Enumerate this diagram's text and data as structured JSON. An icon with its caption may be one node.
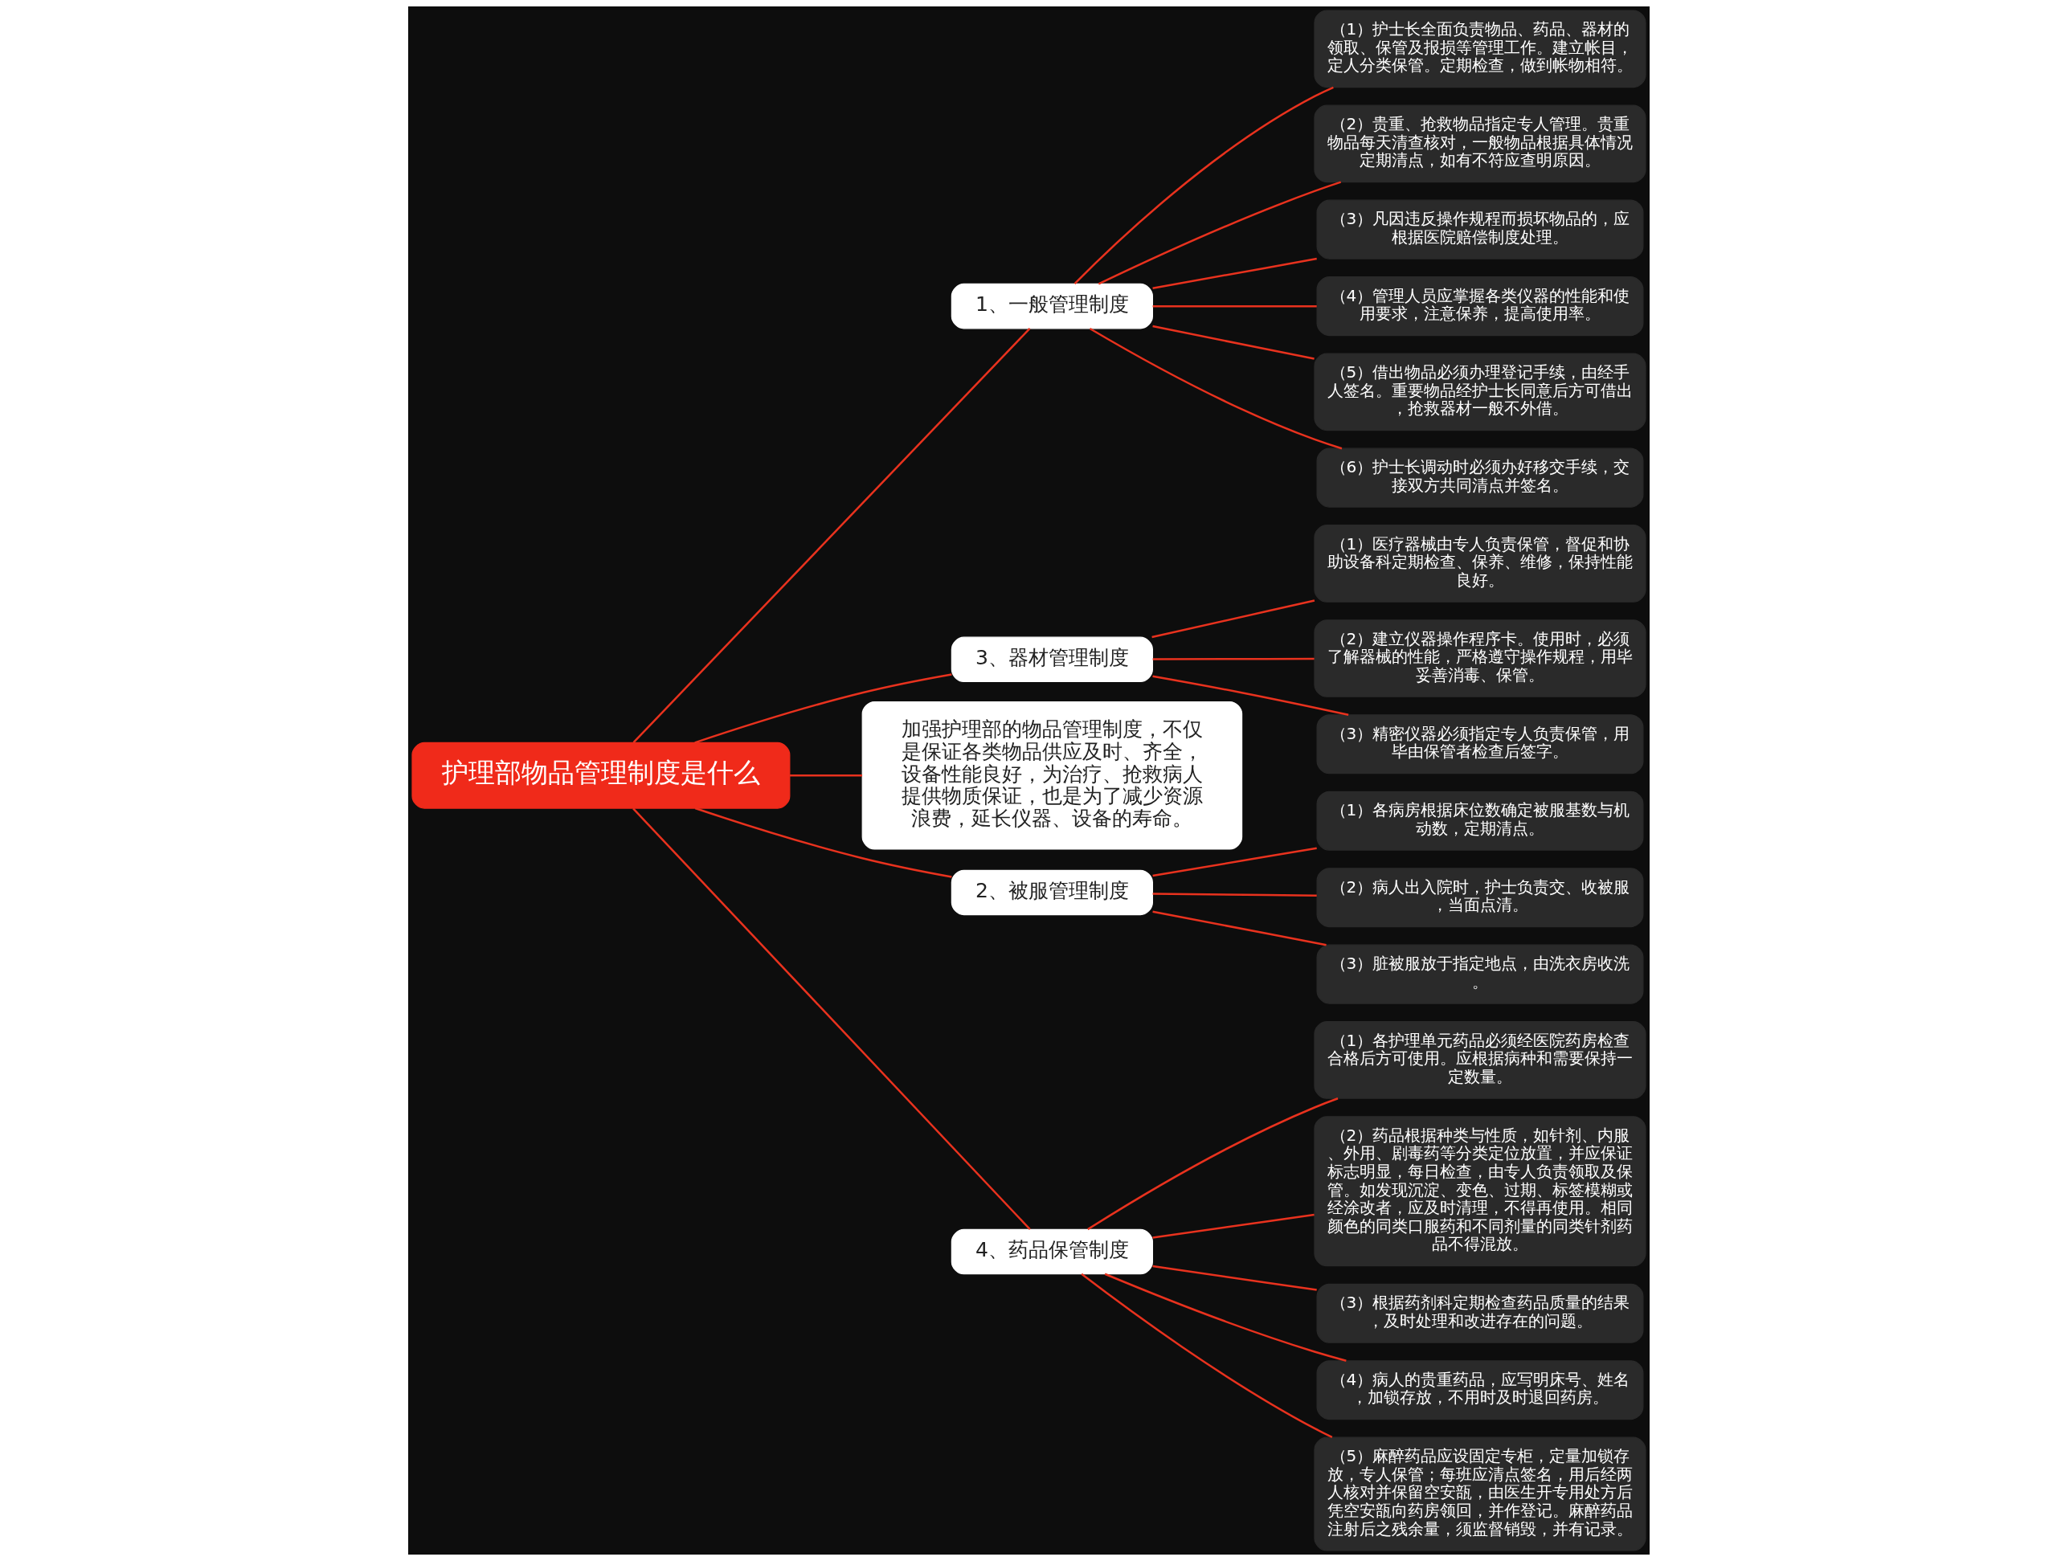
{
  "diagram": {
    "nodes": [
      {
        "text": [
          "护理部物品管理制度是什么"
        ]
      },
      {
        "text": [
          "1、一般管理制度"
        ]
      },
      {
        "text": [
          "（1）护士长全面负责物品、药品、器材的领取、保管及报损等管理工作。建立帐目，定人分类保管。定期检查，做到帐物相符。"
        ]
      },
      {
        "text": [
          "（2）贵重、抢救物品指定专人管理。贵重物品每天清查核对，一般物品根据具体情况定期清点，如有不符应查明原因。"
        ]
      },
      {
        "text": [
          "（3）凡因违反操作规程而损坏物品的，应根据医院赔偿制度处理。"
        ]
      },
      {
        "text": [
          "（4）管理人员应掌握各类仪器的性能和使用要求，注意保养，提高使用率。"
        ]
      },
      {
        "text": [
          "（5）借出物品必须办理登记手续，由经手人签名。重要物品经护士长同意后方可借出，抢救器材一般不外借。"
        ]
      },
      {
        "text": [
          "（6）护士长调动时必须办好移交手续，交接双方共同清点并签名。"
        ]
      },
      {
        "text": [
          "3、器材管理制度"
        ]
      },
      {
        "text": [
          "（1）医疗器械由专人负责保管，督促和协助设备科定期检查、保养、维修，保持性能良好。"
        ]
      },
      {
        "text": [
          "（2）建立仪器操作程序卡。使用时，必须了解器械的性能，严格遵守操作规程，用毕妥善消毒、保管。"
        ]
      },
      {
        "text": [
          "（3）精密仪器必须指定专人负责保管，用毕由保管者检查后签字。"
        ]
      },
      {
        "text": [
          "加强护理部的物品管理制度，不仅是保证各类物品供应及时、齐全，设备性能良好，为治疗、抢救病人提供物质保证，也是为了减少资源浪费，延长仪器、设备的寿命。"
        ]
      },
      {
        "text": [
          "2、被服管理制度"
        ]
      },
      {
        "text": [
          "（1）各病房根据床位数确定被服基数与机动数，定期清点。"
        ]
      },
      {
        "text": [
          "（2）病人出入院时，护士负责交、收被服，当面点清。"
        ]
      },
      {
        "text": [
          "（3）脏被服放于指定地点，由洗衣房收洗。"
        ]
      },
      {
        "text": [
          "4、药品保管制度"
        ]
      },
      {
        "text": [
          "（1）各护理单元药品必须经医院药房检查合格后方可使用。应根据病种和需要保持一定数量。"
        ]
      },
      {
        "text": [
          "（2）药品根据种类与性质，如针剂、内服、外用、剧毒药等分类定位放置，并应保证标志明显，每日检查，由专人负责领取及保管。如发现沉淀、变色、过期、标签模糊或经涂改者，应及时清理，不得再使用。相同颜色的同类口服药和不同剂量的同类针剂药品不得混放。"
        ]
      },
      {
        "text": [
          "（3）根据药剂科定期检查药品质量的结果，及时处理和改进存在的问题。"
        ]
      },
      {
        "text": [
          "（4）病人的贵重药品，应写明床号、姓名，加锁存放，不用时及时退回药房。"
        ]
      },
      {
        "text": [
          "（5）麻醉药品应设固定专柜，定量加锁存放，专人保管；每班应清点签名，用后经两人核对并保留空安瓿，由医生开专用处方后凭空安瓿向药房领回，并作登记。麻醉药品注射后之残余量，须监督销毁，并有记录。"
        ]
      }
    ],
    "edges": [
      {
        "from": 0,
        "to": 1,
        "arrow": "none"
      },
      {
        "from": 1,
        "to": 2,
        "arrow": "none"
      },
      {
        "from": 1,
        "to": 3,
        "arrow": "none"
      },
      {
        "from": 1,
        "to": 4,
        "arrow": "none"
      },
      {
        "from": 1,
        "to": 5,
        "arrow": "none"
      },
      {
        "from": 1,
        "to": 6,
        "arrow": "none"
      },
      {
        "from": 1,
        "to": 7,
        "arrow": "none"
      },
      {
        "from": 0,
        "to": 8,
        "arrow": "none"
      },
      {
        "from": 8,
        "to": 9,
        "arrow": "none"
      },
      {
        "from": 8,
        "to": 10,
        "arrow": "none"
      },
      {
        "from": 8,
        "to": 11,
        "arrow": "none"
      },
      {
        "from": 0,
        "to": 12,
        "arrow": "none"
      },
      {
        "from": 0,
        "to": 13,
        "arrow": "none"
      },
      {
        "from": 13,
        "to": 14,
        "arrow": "none"
      },
      {
        "from": 13,
        "to": 15,
        "arrow": "none"
      },
      {
        "from": 13,
        "to": 16,
        "arrow": "none"
      },
      {
        "from": 0,
        "to": 17,
        "arrow": "none"
      },
      {
        "from": 17,
        "to": 18,
        "arrow": "none"
      },
      {
        "from": 17,
        "to": 19,
        "arrow": "none"
      },
      {
        "from": 17,
        "to": 20,
        "arrow": "none"
      },
      {
        "from": 17,
        "to": 21,
        "arrow": "none"
      },
      {
        "from": 17,
        "to": 22,
        "arrow": "none"
      }
    ]
  }
}
